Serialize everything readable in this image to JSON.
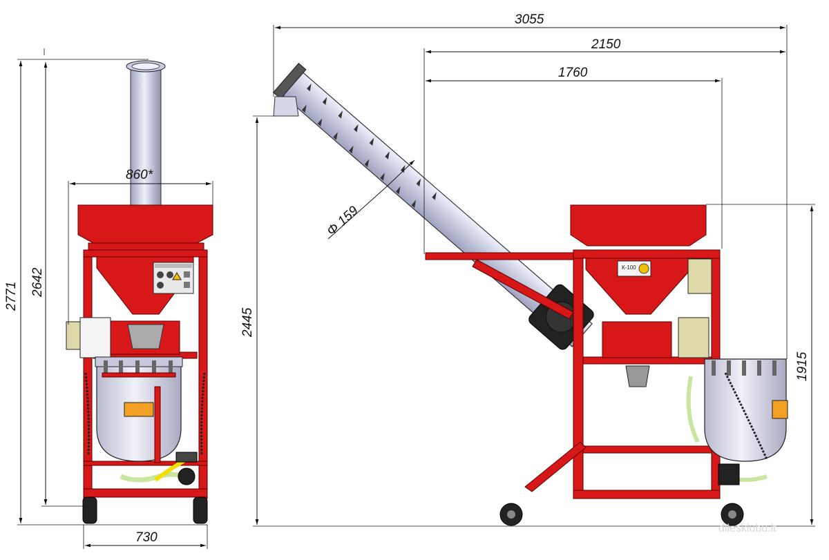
{
  "dimensions": {
    "front_height_total": "2771",
    "front_height_inner": "2642",
    "front_width_top": "860*",
    "front_width_base": "730",
    "side_length_total": "3055",
    "side_length_mid": "2150",
    "side_length_short": "1760",
    "auger_diameter": "Φ 159",
    "side_height_auger": "2445",
    "side_height_frame": "1915"
  },
  "plate_label": "К-100",
  "watermark": "dilesklubu.lt",
  "colors": {
    "frame": "#d81818",
    "auger": "#c9cbe0",
    "tank": "#d9d9e6",
    "hose": "#c8e6a0"
  }
}
